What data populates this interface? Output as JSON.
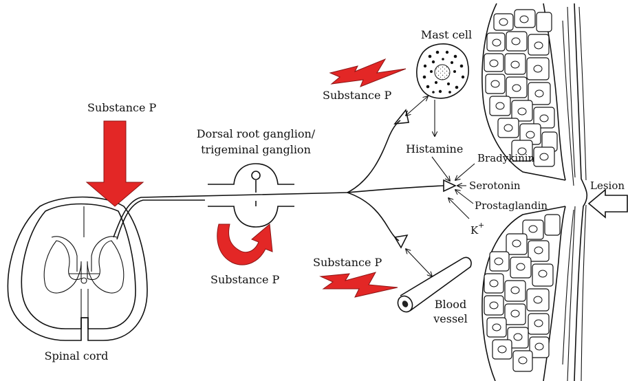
{
  "labels": {
    "mast_cell": "Mast cell",
    "substance_p_top_left": "Substance P",
    "substance_p_mast": "Substance P",
    "drg_line1": "Dorsal root ganglion/",
    "drg_line2": "trigeminal ganglion",
    "histamine": "Histamine",
    "bradykinin": "Bradykinin",
    "serotonin": "Serotonin",
    "prostaglandin": "Prostaglandin",
    "potassium": "K",
    "potassium_sup": "+",
    "lesion": "Lesion",
    "substance_p_ganglion": "Substance P",
    "substance_p_vessel": "Substance P",
    "blood_vessel_line1": "Blood",
    "blood_vessel_line2": "vessel",
    "spinal_cord": "Spinal cord"
  },
  "colors": {
    "accent_red": "#e32726",
    "ink": "#111111",
    "stipple": "#444444"
  },
  "icons": {
    "down_arrow": "red-down-arrow-icon",
    "lightning": "red-lightning-bolt-icon",
    "curved_arrow": "red-curved-arrow-icon",
    "open_arrow": "open-left-arrow-icon"
  }
}
